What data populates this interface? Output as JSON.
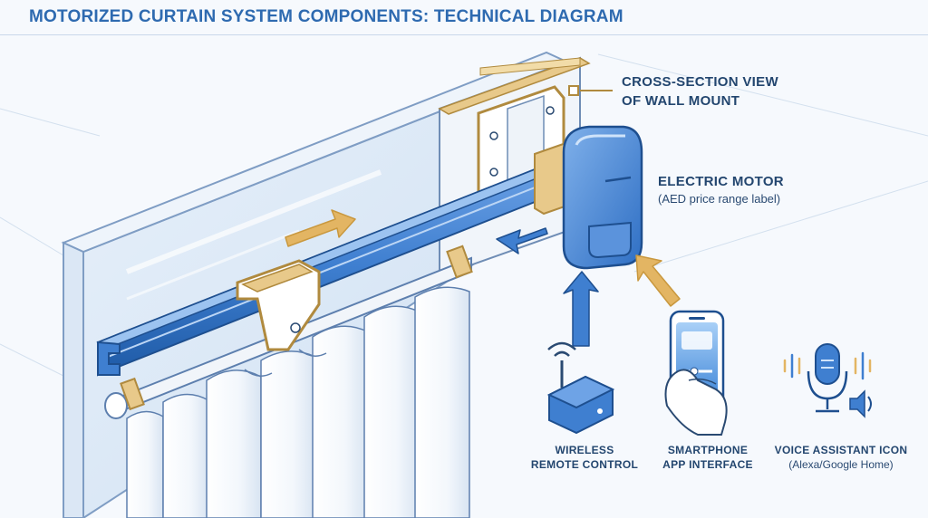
{
  "title": "MOTORIZED CURTAIN SYSTEM COMPONENTS: TECHNICAL DIAGRAM",
  "labels": {
    "wall_mount_line1": "CROSS-SECTION VIEW",
    "wall_mount_line2": "OF WALL MOUNT",
    "motor_title": "ELECTRIC MOTOR",
    "motor_note": "(AED price range label)",
    "remote_line1": "WIRELESS",
    "remote_line2": "REMOTE CONTROL",
    "phone_line1": "SMARTPHONE",
    "phone_line2": "APP INTERFACE",
    "voice_line1": "VOICE ASSISTANT ICON",
    "voice_line2": "(Alexa/Google Home)"
  },
  "colors": {
    "accent_blue": "#3f7fd0",
    "deep_blue": "#1e5aa6",
    "brass": "#e6c98a",
    "brass_stroke": "#b08a3e",
    "arrow_gold": "#e3b563",
    "outline": "#2a4a72"
  },
  "icons": [
    "wifi-icon",
    "router-icon",
    "smartphone-icon",
    "microphone-icon",
    "speaker-icon",
    "sound-wave-icon"
  ]
}
